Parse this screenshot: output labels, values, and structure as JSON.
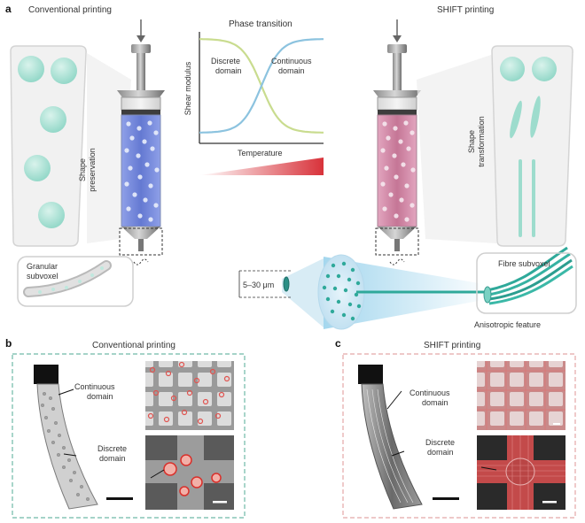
{
  "panels": {
    "a": "a",
    "b": "b",
    "c": "c"
  },
  "top": {
    "conventional_title": "Conventional printing",
    "shift_title": "SHIFT printing",
    "shape_preservation_1": "Shape",
    "shape_preservation_2": "preservation",
    "shape_transformation_1": "Shape",
    "shape_transformation_2": "transformation",
    "granular_1": "Granular",
    "granular_2": "subvoxel",
    "size": "5–30 μm",
    "fibre": "Fibre subvoxel",
    "anisotropic": "Anisotropic feature"
  },
  "phase_chart": {
    "title": "Phase transition",
    "ylabel": "Shear modulus",
    "xlabel": "Temperature",
    "discrete_1": "Discrete",
    "discrete_2": "domain",
    "continuous_1": "Continuous",
    "continuous_2": "domain"
  },
  "bottom_b": {
    "title": "Conventional printing",
    "continuous_1": "Continuous",
    "continuous_2": "domain",
    "discrete_1": "Discrete",
    "discrete_2": "domain"
  },
  "bottom_c": {
    "title": "SHIFT printing",
    "continuous_1": "Continuous",
    "continuous_2": "domain",
    "discrete_1": "Discrete",
    "discrete_2": "domain"
  },
  "colors": {
    "teal": "#5fc8b4",
    "blue_ink": "#6f84d8",
    "pink_ink": "#c97ea0",
    "chart_green": "#c9dc8f",
    "chart_blue": "#8cc3df",
    "red_grad": "#d8323a",
    "dash_teal": "#6fb9a6",
    "dash_pink": "#e4a6a6"
  }
}
